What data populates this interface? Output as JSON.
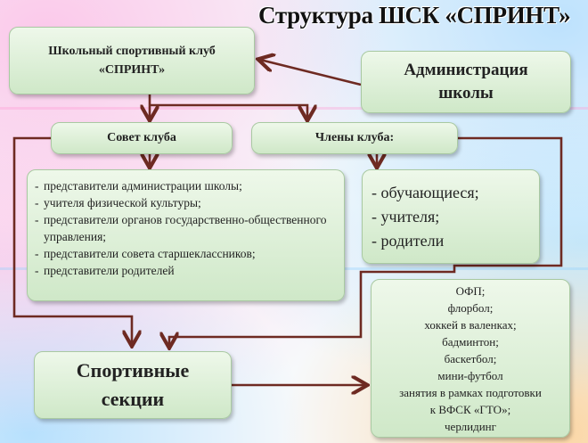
{
  "title": "Структура ШСК «СПРИНТ»",
  "club": {
    "line1": "Школьный спортивный клуб",
    "line2": "«СПРИНТ»"
  },
  "administration": {
    "line1": "Администрация",
    "line2": "школы"
  },
  "council": {
    "label": "Совет клуба"
  },
  "members": {
    "label": "Члены клуба:"
  },
  "council_list": [
    "представители администрации   школы;",
    "учителя физической культуры;",
    "представители органов государственно-общественного управления;",
    "представители совета старшеклассников;",
    "представители родителей"
  ],
  "member_list": [
    "- обучающиеся;",
    "- учителя;",
    "- родители"
  ],
  "sections": {
    "line1": "Спортивные",
    "line2": "секции"
  },
  "activities": [
    "ОФП;",
    "флорбол;",
    "хоккей в валенках;",
    "бадминтон;",
    "баскетбол;",
    "мини-футбол",
    "занятия в рамках подготовки",
    "к ВФСК «ГТО»;",
    "черлидинг"
  ],
  "colors": {
    "arrow": "#6e2a22",
    "box_top": "#eef8ea",
    "box_bottom": "#cfe8c8"
  }
}
